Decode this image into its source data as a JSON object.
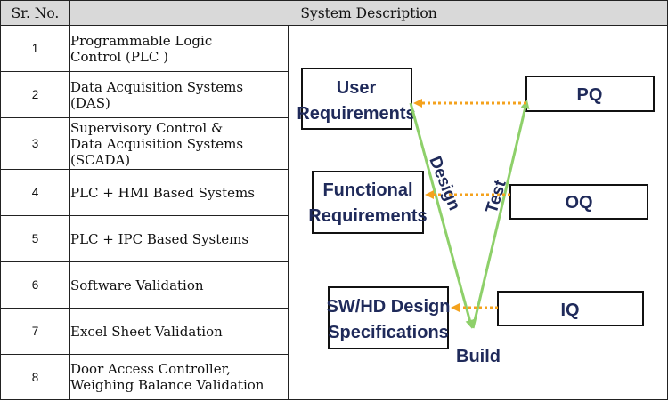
{
  "table": {
    "header_sr": "Sr. No.",
    "header_desc": "System Description",
    "rows": [
      {
        "num": "1",
        "line1": "Programmable  Logic",
        "line2": "Control (PLC )",
        "line3": ""
      },
      {
        "num": "2",
        "line1": "Data Acquisition Systems",
        "line2": "(DAS)",
        "line3": ""
      },
      {
        "num": "3",
        "line1": "Supervisory Control &",
        "line2": "Data Acquisition Systems",
        "line3": "(SCADA)"
      },
      {
        "num": "4",
        "line1": "PLC + HMI Based Systems",
        "line2": "",
        "line3": ""
      },
      {
        "num": "5",
        "line1": "PLC + IPC Based Systems",
        "line2": "",
        "line3": ""
      },
      {
        "num": "6",
        "line1": "Software Validation",
        "line2": "",
        "line3": ""
      },
      {
        "num": "7",
        "line1": "Excel Sheet Validation",
        "line2": "",
        "line3": ""
      },
      {
        "num": "8",
        "line1": "Door Access Controller,",
        "line2": "Weighing Balance Validation",
        "line3": ""
      }
    ]
  },
  "diagram": {
    "user_req_line1": "User",
    "user_req_line2": "Requirements",
    "functional_req_line1": "Functional",
    "functional_req_line2": "Requirements",
    "sw_hd_line1": "SW/HD Design",
    "sw_hd_line2": "Specifications",
    "pq": "PQ",
    "oq": "OQ",
    "iq": "IQ",
    "design_label": "Design",
    "test_label": "Test",
    "build_label": "Build",
    "colors": {
      "box_stroke": "#111111",
      "arrow_green": "#8ed06a",
      "arrow_orange": "#f4a21d",
      "text_navy": "#1f2a5a"
    }
  }
}
